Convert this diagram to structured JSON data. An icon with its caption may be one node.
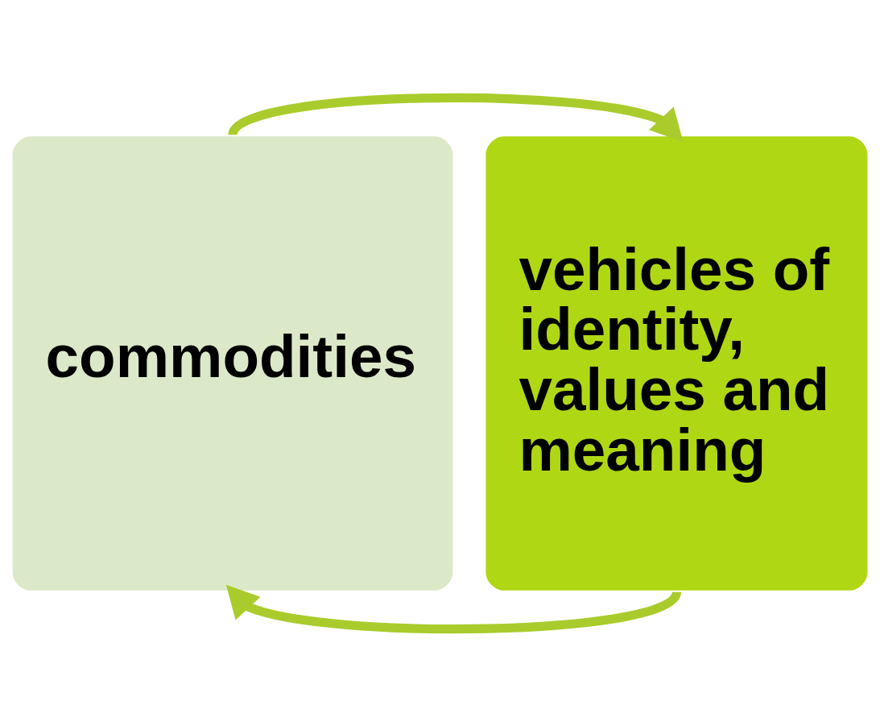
{
  "diagram": {
    "nodes": [
      {
        "text": [
          "commodities"
        ]
      },
      {
        "text": [
          "vehicles of identity, values and meaning"
        ]
      }
    ],
    "edges": [
      {
        "from": 0,
        "to": 1,
        "arrow": "to"
      },
      {
        "from": 1,
        "to": 0,
        "arrow": "to"
      }
    ]
  }
}
